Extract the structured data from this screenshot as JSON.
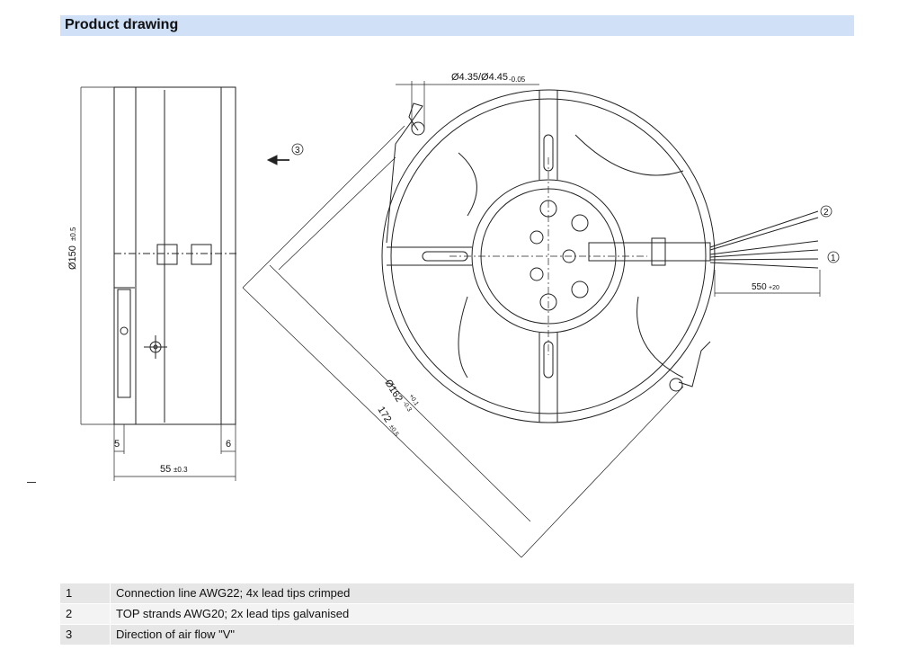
{
  "header": {
    "title": "Product drawing"
  },
  "dimensions": {
    "height": "Ø150",
    "height_tol": "±0.5",
    "depth": "55",
    "depth_tol": "±0.3",
    "left_offset": "5",
    "right_offset": "6",
    "hole": "Ø4.35/Ø4.45",
    "hole_tol": "-0.05",
    "diameter": "Ø162",
    "diameter_tol_up": "+0.1",
    "diameter_tol_down": "-0.3",
    "diagonal": "172",
    "diagonal_tol": "±0.5",
    "lead_length": "550",
    "lead_tol": "+20"
  },
  "callouts": {
    "c1": "1",
    "c2": "2",
    "c3": "3"
  },
  "legend": [
    {
      "num": "1",
      "text": "Connection line AWG22; 4x lead tips crimped"
    },
    {
      "num": "2",
      "text": "TOP strands AWG20; 2x lead tips galvanised"
    },
    {
      "num": "3",
      "text": "Direction of air flow \"V\""
    }
  ]
}
